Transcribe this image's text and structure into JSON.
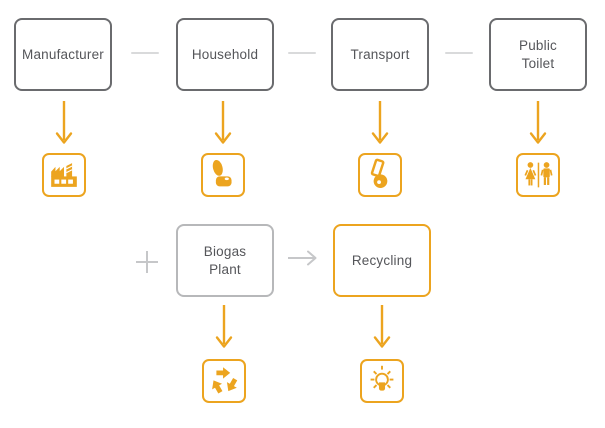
{
  "diagram": {
    "background": "#ffffff",
    "colors": {
      "accent_orange": "#ECA41F",
      "box_border_dark": "#6A6B6E",
      "box_border_light": "#B7B8BA",
      "connector_gray": "#C6C7C9",
      "label_text": "#55565A"
    },
    "top_row": {
      "nodes": [
        {
          "label": "Manufacturer",
          "icon": "factory-icon"
        },
        {
          "label": "Household",
          "icon": "toilet-icon"
        },
        {
          "label": "Transport",
          "icon": "hand-cart-icon"
        },
        {
          "label": "Public\nToilet",
          "icon": "restroom-icon"
        }
      ]
    },
    "bottom_row": {
      "plus_symbol": "+",
      "arrow_symbol": "→",
      "nodes": [
        {
          "label": "Biogas\nPlant",
          "icon": "recycle-icon",
          "border_style": "light-gray"
        },
        {
          "label": "Recycling",
          "icon": "lightbulb-icon",
          "border_style": "orange"
        }
      ]
    }
  }
}
